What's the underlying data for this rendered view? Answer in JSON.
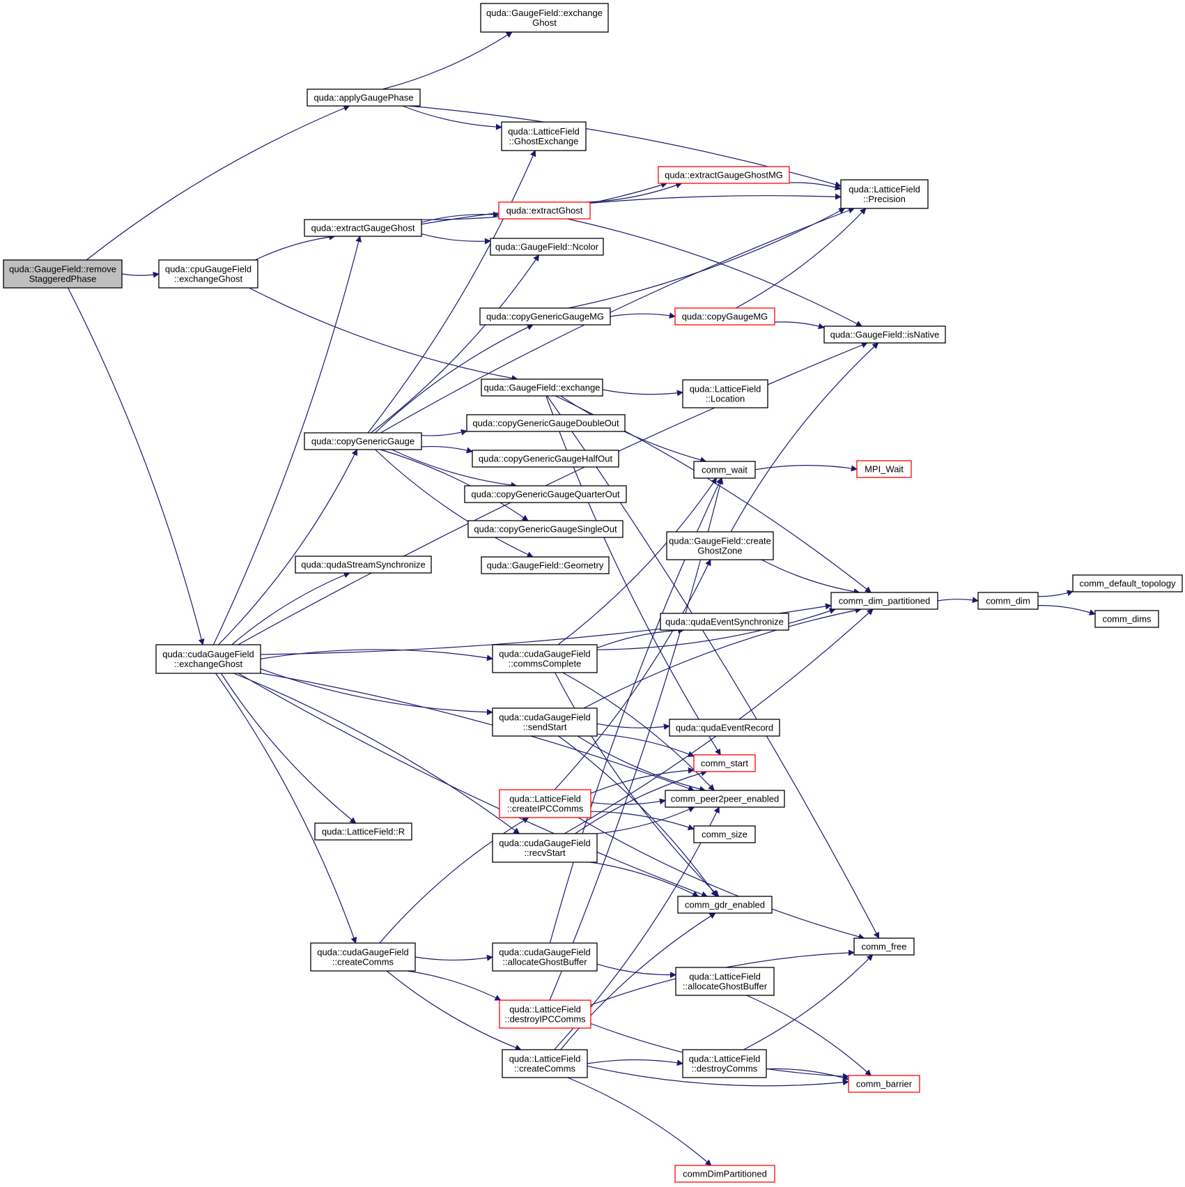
{
  "colors": {
    "edge": "#191970",
    "box_border": "#000000",
    "box_border_truncated": "#ff0000",
    "root_fill": "#bfbfbf"
  },
  "nodes": [
    {
      "id": "root",
      "label": [
        "quda::GaugeField::remove",
        "StaggeredPhase"
      ],
      "style": "root"
    },
    {
      "id": "applyGaugePhase",
      "label": [
        "quda::applyGaugePhase"
      ]
    },
    {
      "id": "gf_exchangeGhost",
      "label": [
        "quda::GaugeField::exchange",
        "Ghost"
      ]
    },
    {
      "id": "lf_GhostExchange",
      "label": [
        "quda::LatticeField",
        "::GhostExchange"
      ]
    },
    {
      "id": "extractGaugeGhostMG",
      "label": [
        "quda::extractGaugeGhostMG"
      ],
      "style": "red"
    },
    {
      "id": "lf_Precision",
      "label": [
        "quda::LatticeField",
        "::Precision"
      ]
    },
    {
      "id": "extractGaugeGhost",
      "label": [
        "quda::extractGaugeGhost"
      ]
    },
    {
      "id": "extractGhost",
      "label": [
        "quda::extractGhost"
      ],
      "style": "red"
    },
    {
      "id": "cpu_exchangeGhost",
      "label": [
        "quda::cpuGaugeField",
        "::exchangeGhost"
      ]
    },
    {
      "id": "gf_Ncolor",
      "label": [
        "quda::GaugeField::Ncolor"
      ]
    },
    {
      "id": "copyGenericGaugeMG",
      "label": [
        "quda::copyGenericGaugeMG"
      ]
    },
    {
      "id": "copyGaugeMG",
      "label": [
        "quda::copyGaugeMG"
      ],
      "style": "red"
    },
    {
      "id": "gf_isNative",
      "label": [
        "quda::GaugeField::isNative"
      ]
    },
    {
      "id": "gf_exchange",
      "label": [
        "quda::GaugeField::exchange"
      ]
    },
    {
      "id": "lf_Location",
      "label": [
        "quda::LatticeField",
        "::Location"
      ]
    },
    {
      "id": "copyGenericGauge",
      "label": [
        "quda::copyGenericGauge"
      ]
    },
    {
      "id": "cggDoubleOut",
      "label": [
        "quda::copyGenericGaugeDoubleOut"
      ]
    },
    {
      "id": "cggHalfOut",
      "label": [
        "quda::copyGenericGaugeHalfOut"
      ]
    },
    {
      "id": "cggQuarterOut",
      "label": [
        "quda::copyGenericGaugeQuarterOut"
      ]
    },
    {
      "id": "cggSingleOut",
      "label": [
        "quda::copyGenericGaugeSingleOut"
      ]
    },
    {
      "id": "gf_Geometry",
      "label": [
        "quda::GaugeField::Geometry"
      ]
    },
    {
      "id": "comm_wait",
      "label": [
        "comm_wait"
      ]
    },
    {
      "id": "MPI_Wait",
      "label": [
        "MPI_Wait"
      ],
      "style": "red"
    },
    {
      "id": "createGhostZone",
      "label": [
        "quda::GaugeField::create",
        "GhostZone"
      ]
    },
    {
      "id": "qudaStreamSynchronize",
      "label": [
        "quda::qudaStreamSynchronize"
      ]
    },
    {
      "id": "comm_dim_partitioned",
      "label": [
        "comm_dim_partitioned"
      ]
    },
    {
      "id": "comm_dim",
      "label": [
        "comm_dim"
      ]
    },
    {
      "id": "comm_default_topology",
      "label": [
        "comm_default_topology"
      ]
    },
    {
      "id": "comm_dims",
      "label": [
        "comm_dims"
      ]
    },
    {
      "id": "qudaEventSynchronize",
      "label": [
        "quda::qudaEventSynchronize"
      ]
    },
    {
      "id": "cuda_exchangeGhost",
      "label": [
        "quda::cudaGaugeField",
        "::exchangeGhost"
      ]
    },
    {
      "id": "commsComplete",
      "label": [
        "quda::cudaGaugeField",
        "::commsComplete"
      ]
    },
    {
      "id": "sendStart",
      "label": [
        "quda::cudaGaugeField",
        "::sendStart"
      ]
    },
    {
      "id": "qudaEventRecord",
      "label": [
        "quda::qudaEventRecord"
      ]
    },
    {
      "id": "comm_start",
      "label": [
        "comm_start"
      ],
      "style": "red"
    },
    {
      "id": "lf_createIPCComms",
      "label": [
        "quda::LatticeField",
        "::createIPCComms"
      ],
      "style": "red"
    },
    {
      "id": "comm_peer2peer_enabled",
      "label": [
        "comm_peer2peer_enabled"
      ]
    },
    {
      "id": "lf_R",
      "label": [
        "quda::LatticeField::R"
      ]
    },
    {
      "id": "comm_size",
      "label": [
        "comm_size"
      ]
    },
    {
      "id": "recvStart",
      "label": [
        "quda::cudaGaugeField",
        "::recvStart"
      ]
    },
    {
      "id": "comm_gdr_enabled",
      "label": [
        "comm_gdr_enabled"
      ]
    },
    {
      "id": "comm_free",
      "label": [
        "comm_free"
      ]
    },
    {
      "id": "cuda_createComms",
      "label": [
        "quda::cudaGaugeField",
        "::createComms"
      ]
    },
    {
      "id": "cuda_allocateGhostBuffer",
      "label": [
        "quda::cudaGaugeField",
        "::allocateGhostBuffer"
      ]
    },
    {
      "id": "lf_allocateGhostBuffer",
      "label": [
        "quda::LatticeField",
        "::allocateGhostBuffer"
      ]
    },
    {
      "id": "lf_destroyIPCComms",
      "label": [
        "quda::LatticeField",
        "::destroyIPCComms"
      ],
      "style": "red"
    },
    {
      "id": "lf_createComms",
      "label": [
        "quda::LatticeField",
        "::createComms"
      ]
    },
    {
      "id": "lf_destroyComms",
      "label": [
        "quda::LatticeField",
        "::destroyComms"
      ]
    },
    {
      "id": "comm_barrier",
      "label": [
        "comm_barrier"
      ],
      "style": "red"
    },
    {
      "id": "commDimPartitioned",
      "label": [
        "commDimPartitioned"
      ],
      "style": "red"
    }
  ],
  "edges": [
    [
      "root",
      "applyGaugePhase"
    ],
    [
      "root",
      "cpu_exchangeGhost"
    ],
    [
      "root",
      "cuda_exchangeGhost"
    ],
    [
      "applyGaugePhase",
      "gf_exchangeGhost"
    ],
    [
      "applyGaugePhase",
      "lf_Precision"
    ],
    [
      "applyGaugePhase",
      "lf_GhostExchange"
    ],
    [
      "cpu_exchangeGhost",
      "extractGaugeGhost"
    ],
    [
      "cpu_exchangeGhost",
      "gf_exchange"
    ],
    [
      "extractGaugeGhost",
      "lf_Precision"
    ],
    [
      "extractGaugeGhost",
      "extractGaugeGhostMG"
    ],
    [
      "extractGaugeGhost",
      "extractGhost"
    ],
    [
      "extractGaugeGhost",
      "gf_Ncolor"
    ],
    [
      "extractGaugeGhostMG",
      "lf_Precision"
    ],
    [
      "extractGhost",
      "extractGaugeGhostMG"
    ],
    [
      "extractGhost",
      "gf_isNative"
    ],
    [
      "copyGenericGaugeMG",
      "lf_Precision"
    ],
    [
      "copyGenericGaugeMG",
      "copyGaugeMG"
    ],
    [
      "copyGaugeMG",
      "lf_Precision"
    ],
    [
      "copyGaugeMG",
      "gf_isNative"
    ],
    [
      "gf_exchange",
      "lf_Location"
    ],
    [
      "gf_exchange",
      "comm_dim_partitioned"
    ],
    [
      "gf_exchange",
      "comm_wait"
    ],
    [
      "gf_exchange",
      "comm_free"
    ],
    [
      "gf_exchange",
      "comm_start"
    ],
    [
      "comm_wait",
      "MPI_Wait"
    ],
    [
      "copyGenericGauge",
      "lf_GhostExchange"
    ],
    [
      "copyGenericGauge",
      "lf_Precision"
    ],
    [
      "copyGenericGauge",
      "gf_Ncolor"
    ],
    [
      "copyGenericGauge",
      "copyGenericGaugeMG"
    ],
    [
      "copyGenericGauge",
      "cggDoubleOut"
    ],
    [
      "copyGenericGauge",
      "cggHalfOut"
    ],
    [
      "copyGenericGauge",
      "cggQuarterOut"
    ],
    [
      "copyGenericGauge",
      "cggSingleOut"
    ],
    [
      "copyGenericGauge",
      "gf_Geometry"
    ],
    [
      "createGhostZone",
      "gf_isNative"
    ],
    [
      "createGhostZone",
      "comm_dim_partitioned"
    ],
    [
      "comm_dim_partitioned",
      "comm_dim"
    ],
    [
      "comm_dim",
      "comm_default_topology"
    ],
    [
      "comm_dim",
      "comm_dims"
    ],
    [
      "cuda_exchangeGhost",
      "extractGaugeGhost"
    ],
    [
      "cuda_exchangeGhost",
      "gf_isNative"
    ],
    [
      "cuda_exchangeGhost",
      "copyGenericGauge"
    ],
    [
      "cuda_exchangeGhost",
      "qudaStreamSynchronize"
    ],
    [
      "cuda_exchangeGhost",
      "comm_dim_partitioned"
    ],
    [
      "cuda_exchangeGhost",
      "commsComplete"
    ],
    [
      "cuda_exchangeGhost",
      "sendStart"
    ],
    [
      "cuda_exchangeGhost",
      "comm_peer2peer_enabled"
    ],
    [
      "cuda_exchangeGhost",
      "lf_R"
    ],
    [
      "cuda_exchangeGhost",
      "recvStart"
    ],
    [
      "cuda_exchangeGhost",
      "comm_gdr_enabled"
    ],
    [
      "cuda_exchangeGhost",
      "cuda_createComms"
    ],
    [
      "commsComplete",
      "comm_wait"
    ],
    [
      "commsComplete",
      "qudaEventSynchronize"
    ],
    [
      "commsComplete",
      "comm_dim_partitioned"
    ],
    [
      "commsComplete",
      "comm_peer2peer_enabled"
    ],
    [
      "commsComplete",
      "comm_gdr_enabled"
    ],
    [
      "sendStart",
      "comm_dim_partitioned"
    ],
    [
      "sendStart",
      "qudaEventRecord"
    ],
    [
      "sendStart",
      "comm_start"
    ],
    [
      "sendStart",
      "comm_peer2peer_enabled"
    ],
    [
      "sendStart",
      "comm_gdr_enabled"
    ],
    [
      "lf_createIPCComms",
      "createGhostZone"
    ],
    [
      "lf_createIPCComms",
      "comm_start"
    ],
    [
      "lf_createIPCComms",
      "comm_peer2peer_enabled"
    ],
    [
      "lf_createIPCComms",
      "comm_size"
    ],
    [
      "lf_createIPCComms",
      "comm_free"
    ],
    [
      "recvStart",
      "comm_start"
    ],
    [
      "recvStart",
      "comm_peer2peer_enabled"
    ],
    [
      "recvStart",
      "comm_gdr_enabled"
    ],
    [
      "recvStart",
      "comm_dim_partitioned"
    ],
    [
      "cuda_createComms",
      "lf_createIPCComms"
    ],
    [
      "cuda_createComms",
      "cuda_allocateGhostBuffer"
    ],
    [
      "cuda_createComms",
      "lf_destroyIPCComms"
    ],
    [
      "cuda_createComms",
      "lf_createComms"
    ],
    [
      "cuda_allocateGhostBuffer",
      "comm_wait"
    ],
    [
      "cuda_allocateGhostBuffer",
      "lf_allocateGhostBuffer"
    ],
    [
      "lf_allocateGhostBuffer",
      "comm_barrier"
    ],
    [
      "lf_destroyIPCComms",
      "comm_wait"
    ],
    [
      "lf_destroyIPCComms",
      "comm_free"
    ],
    [
      "lf_destroyIPCComms",
      "comm_barrier"
    ],
    [
      "lf_createComms",
      "comm_gdr_enabled"
    ],
    [
      "lf_createComms",
      "comm_peer2peer_enabled"
    ],
    [
      "lf_createComms",
      "lf_destroyComms"
    ],
    [
      "lf_createComms",
      "comm_barrier"
    ],
    [
      "lf_createComms",
      "commDimPartitioned"
    ],
    [
      "lf_destroyComms",
      "comm_free"
    ],
    [
      "lf_destroyComms",
      "comm_barrier"
    ]
  ]
}
